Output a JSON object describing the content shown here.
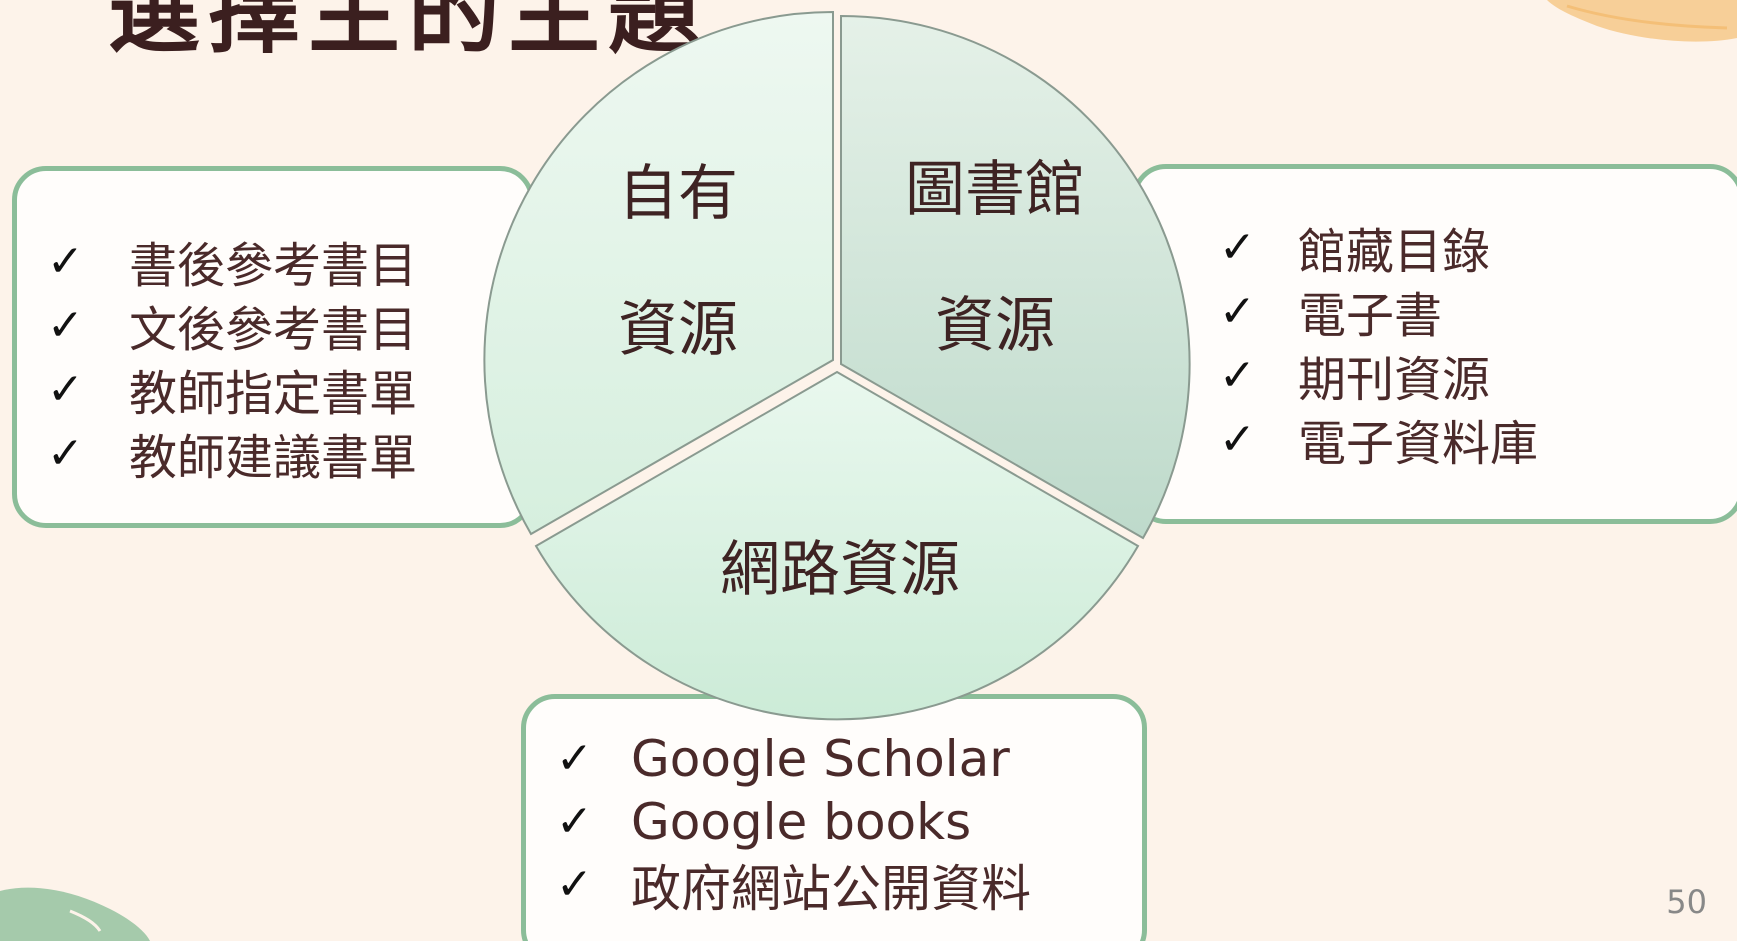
{
  "slide": {
    "title_fragment": "選擇主的主題",
    "page_number": "50"
  },
  "pie": {
    "own_resources": {
      "line1": "自有",
      "line2": "資源"
    },
    "library_resources": {
      "line1": "圖書館",
      "line2": "資源"
    },
    "web_resources": {
      "label": "網路資源"
    }
  },
  "left_box": {
    "items": [
      {
        "check": "✓",
        "text": "書後參考書目"
      },
      {
        "check": "✓",
        "text": "文後參考書目"
      },
      {
        "check": "✓",
        "text": "教師指定書單"
      },
      {
        "check": "✓",
        "text": "教師建議書單"
      }
    ]
  },
  "right_box": {
    "items": [
      {
        "check": "✓",
        "text": "館藏目錄"
      },
      {
        "check": "✓",
        "text": "電子書"
      },
      {
        "check": "✓",
        "text": "期刊資源"
      },
      {
        "check": "✓",
        "text": "電子資料庫"
      }
    ]
  },
  "bottom_box": {
    "items": [
      {
        "check": "✓",
        "text": "Google Scholar"
      },
      {
        "check": "✓",
        "text": "Google books"
      },
      {
        "check": "✓",
        "text": "政府網站公開資料"
      }
    ]
  },
  "colors": {
    "background": "#fdf3ea",
    "box_border": "#8bbd99",
    "segment_light": "#e8f6ec",
    "segment_library": "#d3e8dc",
    "segment_web": "#dcf3e4",
    "text": "#4a2a2a"
  }
}
